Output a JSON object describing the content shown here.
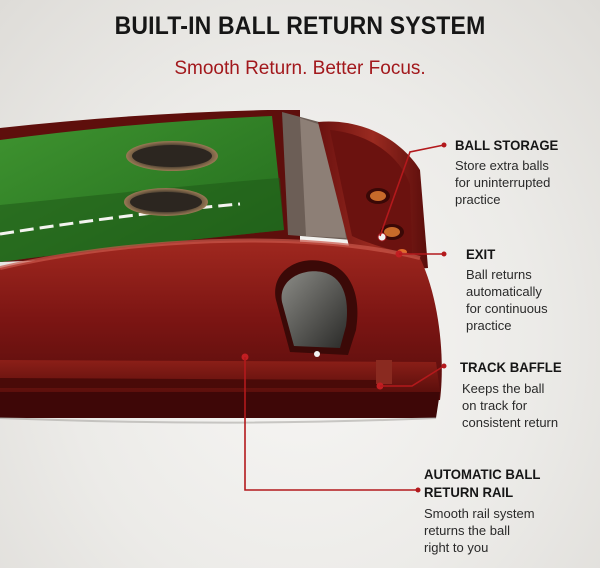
{
  "header": {
    "title": "BUILT-IN BALL RETURN SYSTEM",
    "subtitle": "Smooth Return. Better Focus."
  },
  "callouts": [
    {
      "title": "BALL STORAGE",
      "desc": [
        "Store extra balls",
        "for uninterrupted",
        "practice"
      ]
    },
    {
      "title": "EXIT",
      "desc": [
        "Ball returns",
        "automatically",
        "for continuous",
        "practice"
      ]
    },
    {
      "title": "TRACK BAFFLE",
      "desc": [
        "Keeps the ball",
        "on track for",
        "consistent return"
      ]
    },
    {
      "title_lines": [
        "AUTOMATIC BALL",
        "RETURN RAIL"
      ],
      "desc": [
        "Smooth rail system",
        "returns the ball",
        "right to you"
      ]
    }
  ],
  "colors": {
    "accent": "#a2181c",
    "wood": "#7a1512",
    "turf": "#2f7a25"
  }
}
